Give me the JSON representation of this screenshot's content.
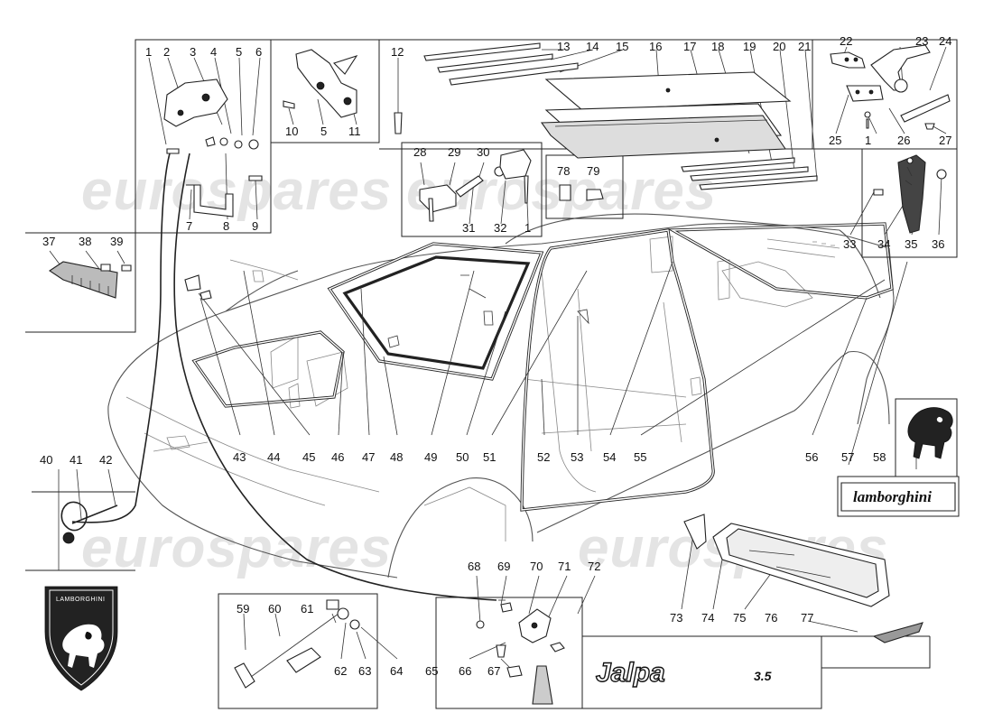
{
  "watermark": "eurospares",
  "emblems": {
    "wordmark": "lamborghini",
    "shield_text": "LAMBORGHINI",
    "model_badge": "Jalpa",
    "model_suffix": "3.5"
  },
  "callouts": [
    "1",
    "2",
    "3",
    "4",
    "5",
    "6",
    "7",
    "8",
    "9",
    "10",
    "11",
    "12",
    "13",
    "14",
    "15",
    "16",
    "17",
    "18",
    "19",
    "20",
    "21",
    "22",
    "23",
    "24",
    "25",
    "26",
    "27",
    "28",
    "29",
    "30",
    "31",
    "32",
    "1",
    "33",
    "34",
    "35",
    "36",
    "37",
    "38",
    "39",
    "40",
    "41",
    "42",
    "43",
    "44",
    "45",
    "46",
    "47",
    "48",
    "49",
    "50",
    "51",
    "52",
    "53",
    "54",
    "55",
    "56",
    "57",
    "58",
    "59",
    "60",
    "61",
    "62",
    "63",
    "64",
    "65",
    "66",
    "67",
    "68",
    "69",
    "70",
    "71",
    "72",
    "73",
    "74",
    "75",
    "76",
    "77",
    "78",
    "79",
    "1",
    "5"
  ]
}
